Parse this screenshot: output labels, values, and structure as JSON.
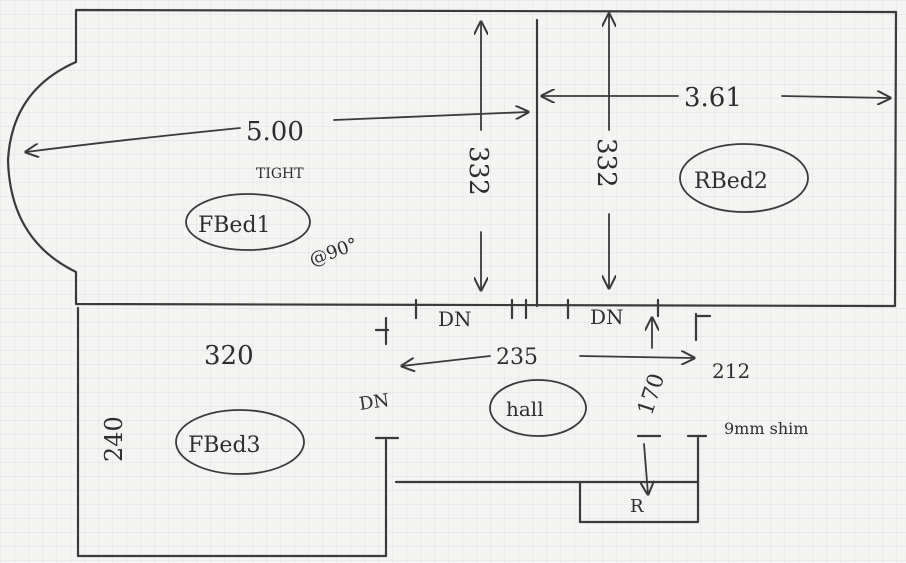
{
  "rooms": {
    "bed1": "FBed1",
    "bed2": "RBed2",
    "bed3": "FBed3",
    "hall": "hall"
  },
  "dimensions": {
    "bed1_width": "5.00",
    "bed1_note": "TIGHT",
    "bed1_angle": "@90°",
    "bed1_depth": "332",
    "bed2_width": "3.61",
    "bed2_depth": "332",
    "hall_width": "235",
    "hall_right": "212",
    "hall_depth": "170",
    "bed3_top": "320",
    "bed3_side": "240"
  },
  "doors": {
    "bed1": "DN",
    "bed2": "DN",
    "bed3": "DN"
  },
  "notes": {
    "shim": "9mm shim",
    "r_box": "R"
  },
  "colors": {
    "paper": "#f4f4f2",
    "grid": "#dcdcdc",
    "pencil": "#3a3a3a"
  }
}
